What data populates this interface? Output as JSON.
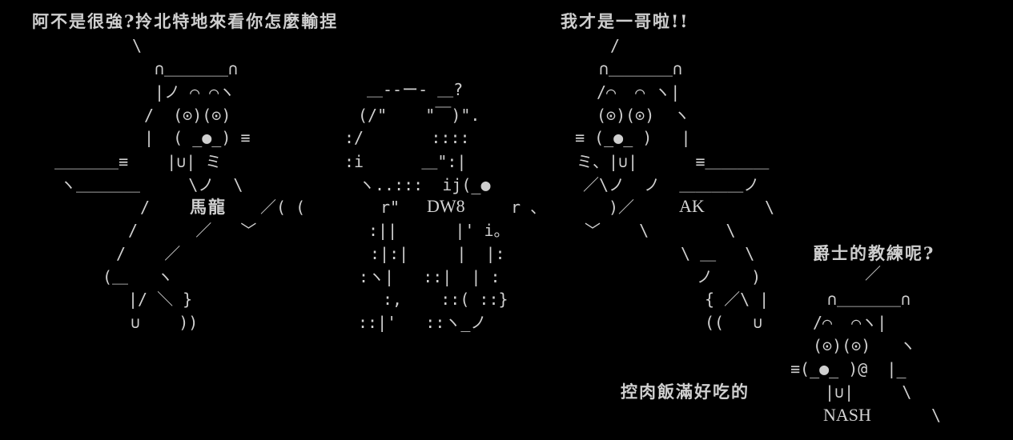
{
  "speech": {
    "madragon": "阿不是很強?拎北特地來看你怎麼輸捏",
    "ak": "我才是一哥啦!!",
    "nash": "爵士的教練呢?",
    "food": "控肉飯滿好吃的"
  },
  "names": {
    "left": "馬龍",
    "center": "DW8",
    "right": "AK",
    "small": "NASH"
  },
  "art": [
    "\\",
    "/",
    "∩＿＿＿＿∩",
    "∩＿＿＿＿∩",
    "|ノ ⌒ ⌒ヽ",
    "＿--ー- ＿?",
    "/⌒  ⌒ ヽ|",
    "/  (⊙)(⊙)",
    "(/\"    \"￣)\".",
    "(⊙)(⊙)  ヽ",
    "|  ( _●_) ≡",
    ":/       ::::",
    "≡ (_●_ )   |",
    "＿＿＿＿≡    |∪| ミ",
    ":i      ＿\":|",
    "ミ、|∪|      ≡＿＿＿＿",
    "ヽ＿＿＿＿     \\ノ  \\",
    "ヽ..:::  ij(_●",
    "／\\ノ  ノ  ＿＿＿＿ノ",
    "/",
    "／( (",
    "r\"",
    "r 、",
    ")／",
    "\\",
    "/      ／   ﹀",
    ":||      |' i。",
    "﹀    \\        \\",
    "/    ／",
    ":|:|     |  |:",
    "\\ ＿   \\",
    "(＿   ヽ",
    ":ヽ|   ::|  | :",
    "ノ    )",
    "／",
    "|/ ＼ }",
    ":,    ::( ::}",
    "{ ／\\ |",
    "∩＿＿＿＿∩",
    "∪    ))",
    "::|'   ::ヽ_ノ",
    "((   ∪",
    "/⌒  ⌒ヽ|",
    "(⊙)(⊙)   ヽ",
    "≡(_●_ )@  |_",
    "|∪|     \\",
    "\\"
  ]
}
